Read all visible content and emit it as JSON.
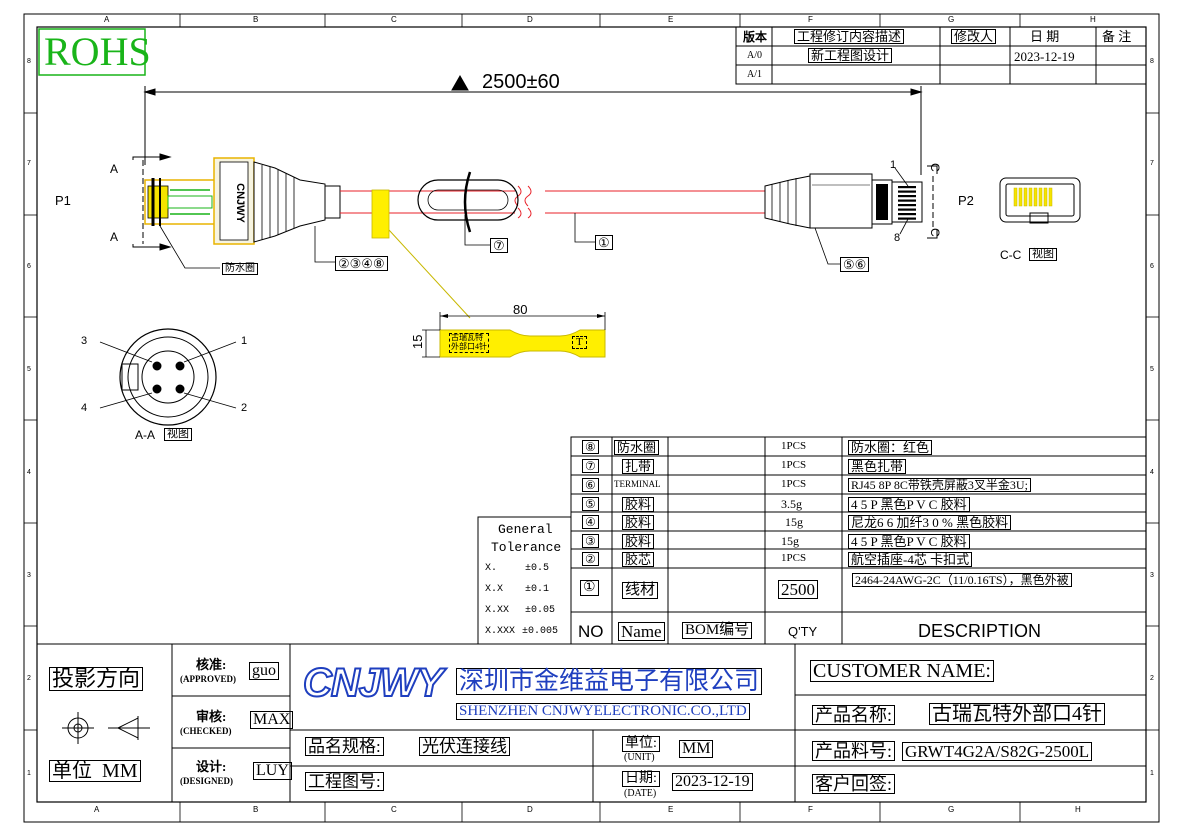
{
  "grid": {
    "columns": [
      "A",
      "B",
      "C",
      "D",
      "E",
      "F",
      "G",
      "H"
    ],
    "rows": [
      "8",
      "7",
      "6",
      "5",
      "4",
      "3",
      "2",
      "1"
    ]
  },
  "rohs": "ROHS",
  "revision": {
    "headers": [
      "版本",
      "工程修订内容描述",
      "修改人",
      "日 期",
      "备 注"
    ],
    "rows": [
      {
        "version": "A/0",
        "description": "新工程图设计",
        "modifier": "",
        "date": "2023-12-19",
        "remark": ""
      },
      {
        "version": "A/1",
        "description": "",
        "modifier": "",
        "date": "",
        "remark": ""
      }
    ]
  },
  "drawing": {
    "length": "2500±60",
    "p1": "P1",
    "p2": "P2",
    "section_mark_a": "A",
    "section_mark_c": "C",
    "pin1": "1",
    "pin8": "8",
    "callout_waterproof_ring": "防水圈",
    "callout_items": "②③④⑧",
    "callout_tie": "⑦",
    "callout_wire": "①",
    "callout_rj45": "⑤⑥",
    "cc_view": "C-C",
    "cc_view_suffix": "视图",
    "aa_view": "A-A",
    "aa_view_suffix": "视图",
    "aa_pins": [
      "1",
      "2",
      "3",
      "4"
    ],
    "label_width": "80",
    "label_height": "15",
    "label_text_line1": "古瑞瓦特",
    "label_text_line2": "外部口4针",
    "label_t": "T"
  },
  "bom": {
    "items": [
      {
        "no": "⑧",
        "name": "防水圈",
        "code": "",
        "qty": "1PCS",
        "description": "防水圈：红色"
      },
      {
        "no": "⑦",
        "name": "扎带",
        "code": "",
        "qty": "1PCS",
        "description": "黑色扎带"
      },
      {
        "no": "⑥",
        "name": "TERMINAL",
        "code": "",
        "qty": "1PCS",
        "description": "RJ45 8P 8C带铁壳屏蔽3叉半金3U;"
      },
      {
        "no": "⑤",
        "name": "胶料",
        "code": "",
        "qty": "3.5g",
        "description": "4 5 P 黑色P V C 胶料"
      },
      {
        "no": "④",
        "name": "胶料",
        "code": "",
        "qty": "15g",
        "description": "尼龙6 6 加纤3 0 % 黑色胶料"
      },
      {
        "no": "③",
        "name": "胶料",
        "code": "",
        "qty": "15g",
        "description": "4 5 P 黑色P V C 胶料"
      },
      {
        "no": "②",
        "name": "胶芯",
        "code": "",
        "qty": "1PCS",
        "description": "航空插座-4芯 卡扣式"
      },
      {
        "no": "①",
        "name": "线材",
        "code": "",
        "qty": "2500",
        "description": "2464-24AWG-2C（11/0.16TS），黑色外被"
      }
    ],
    "header": {
      "no": "NO",
      "name": "Name",
      "code": "BOM编号",
      "qty": "Q'TY",
      "description": "DESCRIPTION"
    }
  },
  "tolerance": {
    "title_line1": "General",
    "title_line2": "Tolerance",
    "rows": [
      {
        "format": "X.",
        "value": "±0.5"
      },
      {
        "format": "X.X",
        "value": "±0.1"
      },
      {
        "format": "X.XX",
        "value": "±0.05"
      },
      {
        "format": "X.XXX",
        "value": "±0.005"
      }
    ]
  },
  "title_block": {
    "projection": "投影方向",
    "unit_label": "单位",
    "unit_value": "MM",
    "approved_label": "核准:",
    "approved_en": "(APPROVED)",
    "approved_value": "guo",
    "checked_label": "审核:",
    "checked_en": "(CHECKED)",
    "checked_value": "MAX",
    "designed_label": "设计:",
    "designed_en": "(DESIGNED)",
    "designed_value": "LUY",
    "company_logo": "CNJWY",
    "company_cn": "深圳市金维益电子有限公司",
    "company_en": "SHENZHEN CNJWYELECTRONIC.CO.,LTD",
    "spec_label": "品名规格:",
    "spec_value": "光伏连接线",
    "drawing_no_label": "工程图号:",
    "drawing_no_value": "",
    "unit2_label": "单位:",
    "unit2_en": "(UNIT)",
    "unit2_value": "MM",
    "date_label": "日期:",
    "date_en": "(DATE)",
    "date_value": "2023-12-19",
    "customer_label": "CUSTOMER NAME:",
    "customer_value": "",
    "product_name_label": "产品名称:",
    "product_name_value": "古瑞瓦特外部口4针",
    "part_no_label": "产品料号:",
    "part_no_value": "GRWT4G2A/S82G-2500L",
    "customer_sign_label": "客户回签:"
  },
  "colors": {
    "cable_red": "#e8222a",
    "label_yellow": "#ffef00",
    "rohs_green": "#19b419",
    "connector_yellow": "#f5e300",
    "company_blue": "#1f3fbf"
  }
}
